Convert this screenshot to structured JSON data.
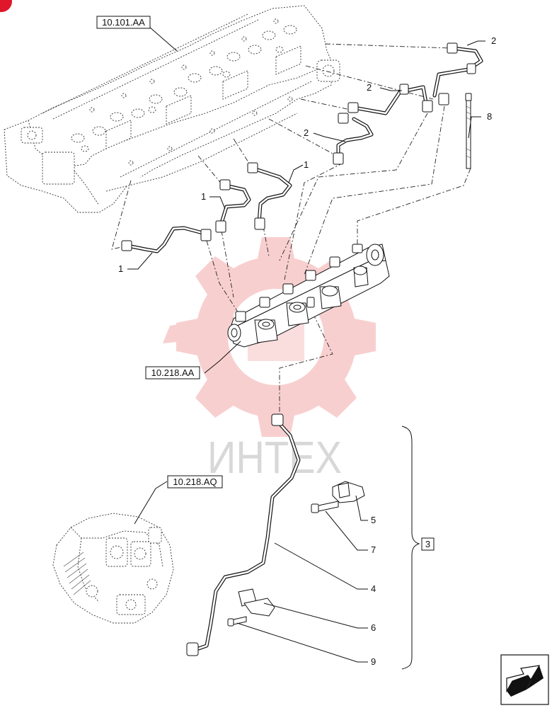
{
  "references": {
    "cylinder_head": "10.101.AA",
    "fuel_rail": "10.218.AA",
    "injection_pump": "10.218.AQ"
  },
  "callouts": {
    "c1a": "1",
    "c1b": "1",
    "c1c": "1",
    "c2a": "2",
    "c2b": "2",
    "c2c": "2",
    "c3": "3",
    "c4": "4",
    "c5": "5",
    "c6": "6",
    "c7": "7",
    "c8": "8",
    "c9": "9"
  },
  "watermark": {
    "text": "ИНТЕХ",
    "color": "#f2b3b3"
  },
  "icons": {
    "nav_arrow": "next-page-arrow-icon",
    "corner": "corner-marker-icon"
  },
  "colors": {
    "line": "#111111",
    "corner_marker": "#e0162b"
  }
}
